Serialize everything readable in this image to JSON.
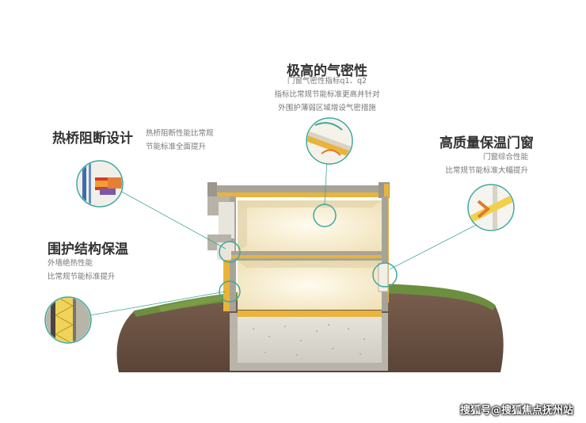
{
  "features": {
    "airtight": {
      "title": "极高的气密性",
      "lines": [
        "门窗气密性指标q1、q2",
        "指标比常规节能标准更高并针对",
        "外围护薄弱区域增设气密措施"
      ]
    },
    "thermal_bridge": {
      "title": "热桥阻断设计",
      "lines": [
        "热桥阻断性能比常规",
        "节能标准全面提升"
      ]
    },
    "windows": {
      "title": "高质量保温门窗",
      "lines": [
        "门窗综合性能",
        "比常规节能标准大幅提升"
      ]
    },
    "envelope": {
      "title": "围护结构保温",
      "lines": [
        "外墙绝热性能",
        "比常规节能标准提升"
      ]
    }
  },
  "watermark": "搜狐号@搜狐焦点抚州站",
  "colors": {
    "soil": "#6b5346",
    "grass": "#6b8f3e",
    "insulation": "#e9b43a",
    "interior": "#f7efd4",
    "teal": "#3fa79c"
  }
}
